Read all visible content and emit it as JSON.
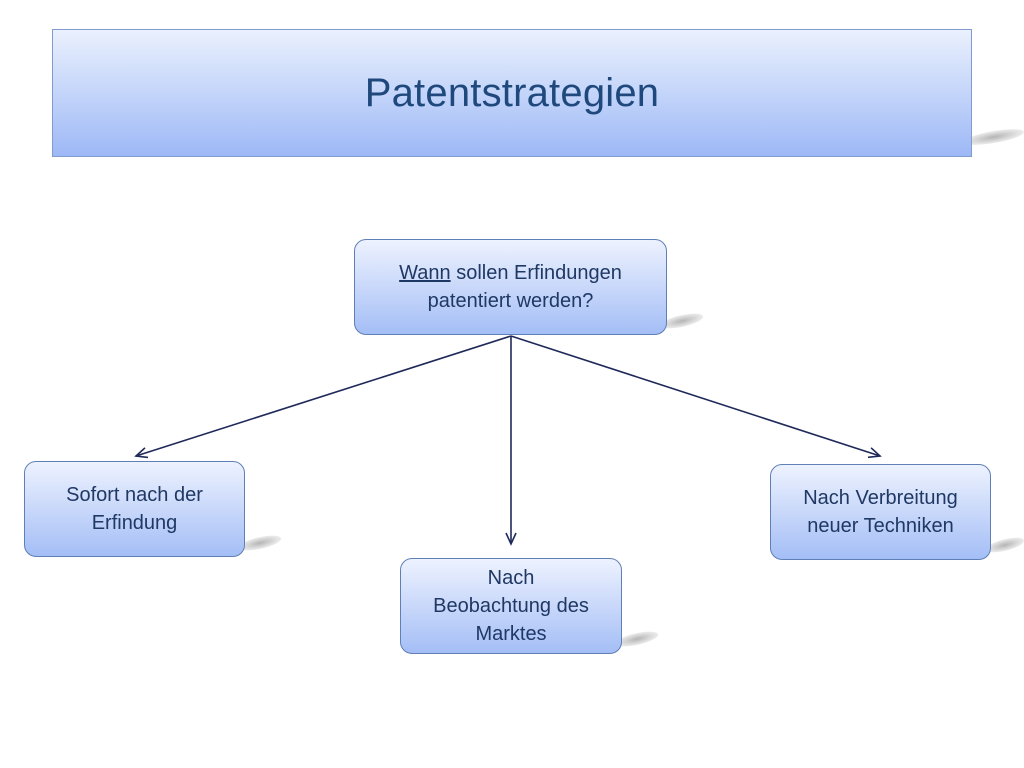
{
  "title": "Patentstrategien",
  "root": {
    "underlined": "Wann",
    "rest_line1": " sollen Erfindungen",
    "line2": "patentiert werden?"
  },
  "children": [
    {
      "line1": "Sofort nach der",
      "line2": "Erfindung",
      "line3": ""
    },
    {
      "line1": "Nach",
      "line2": "Beobachtung des",
      "line3": "Marktes"
    },
    {
      "line1": "Nach Verbreitung",
      "line2": "neuer Techniken",
      "line3": ""
    }
  ],
  "colors": {
    "title_text": "#1f497d",
    "node_text": "#1f3864",
    "connector": "#1f2a5a"
  }
}
